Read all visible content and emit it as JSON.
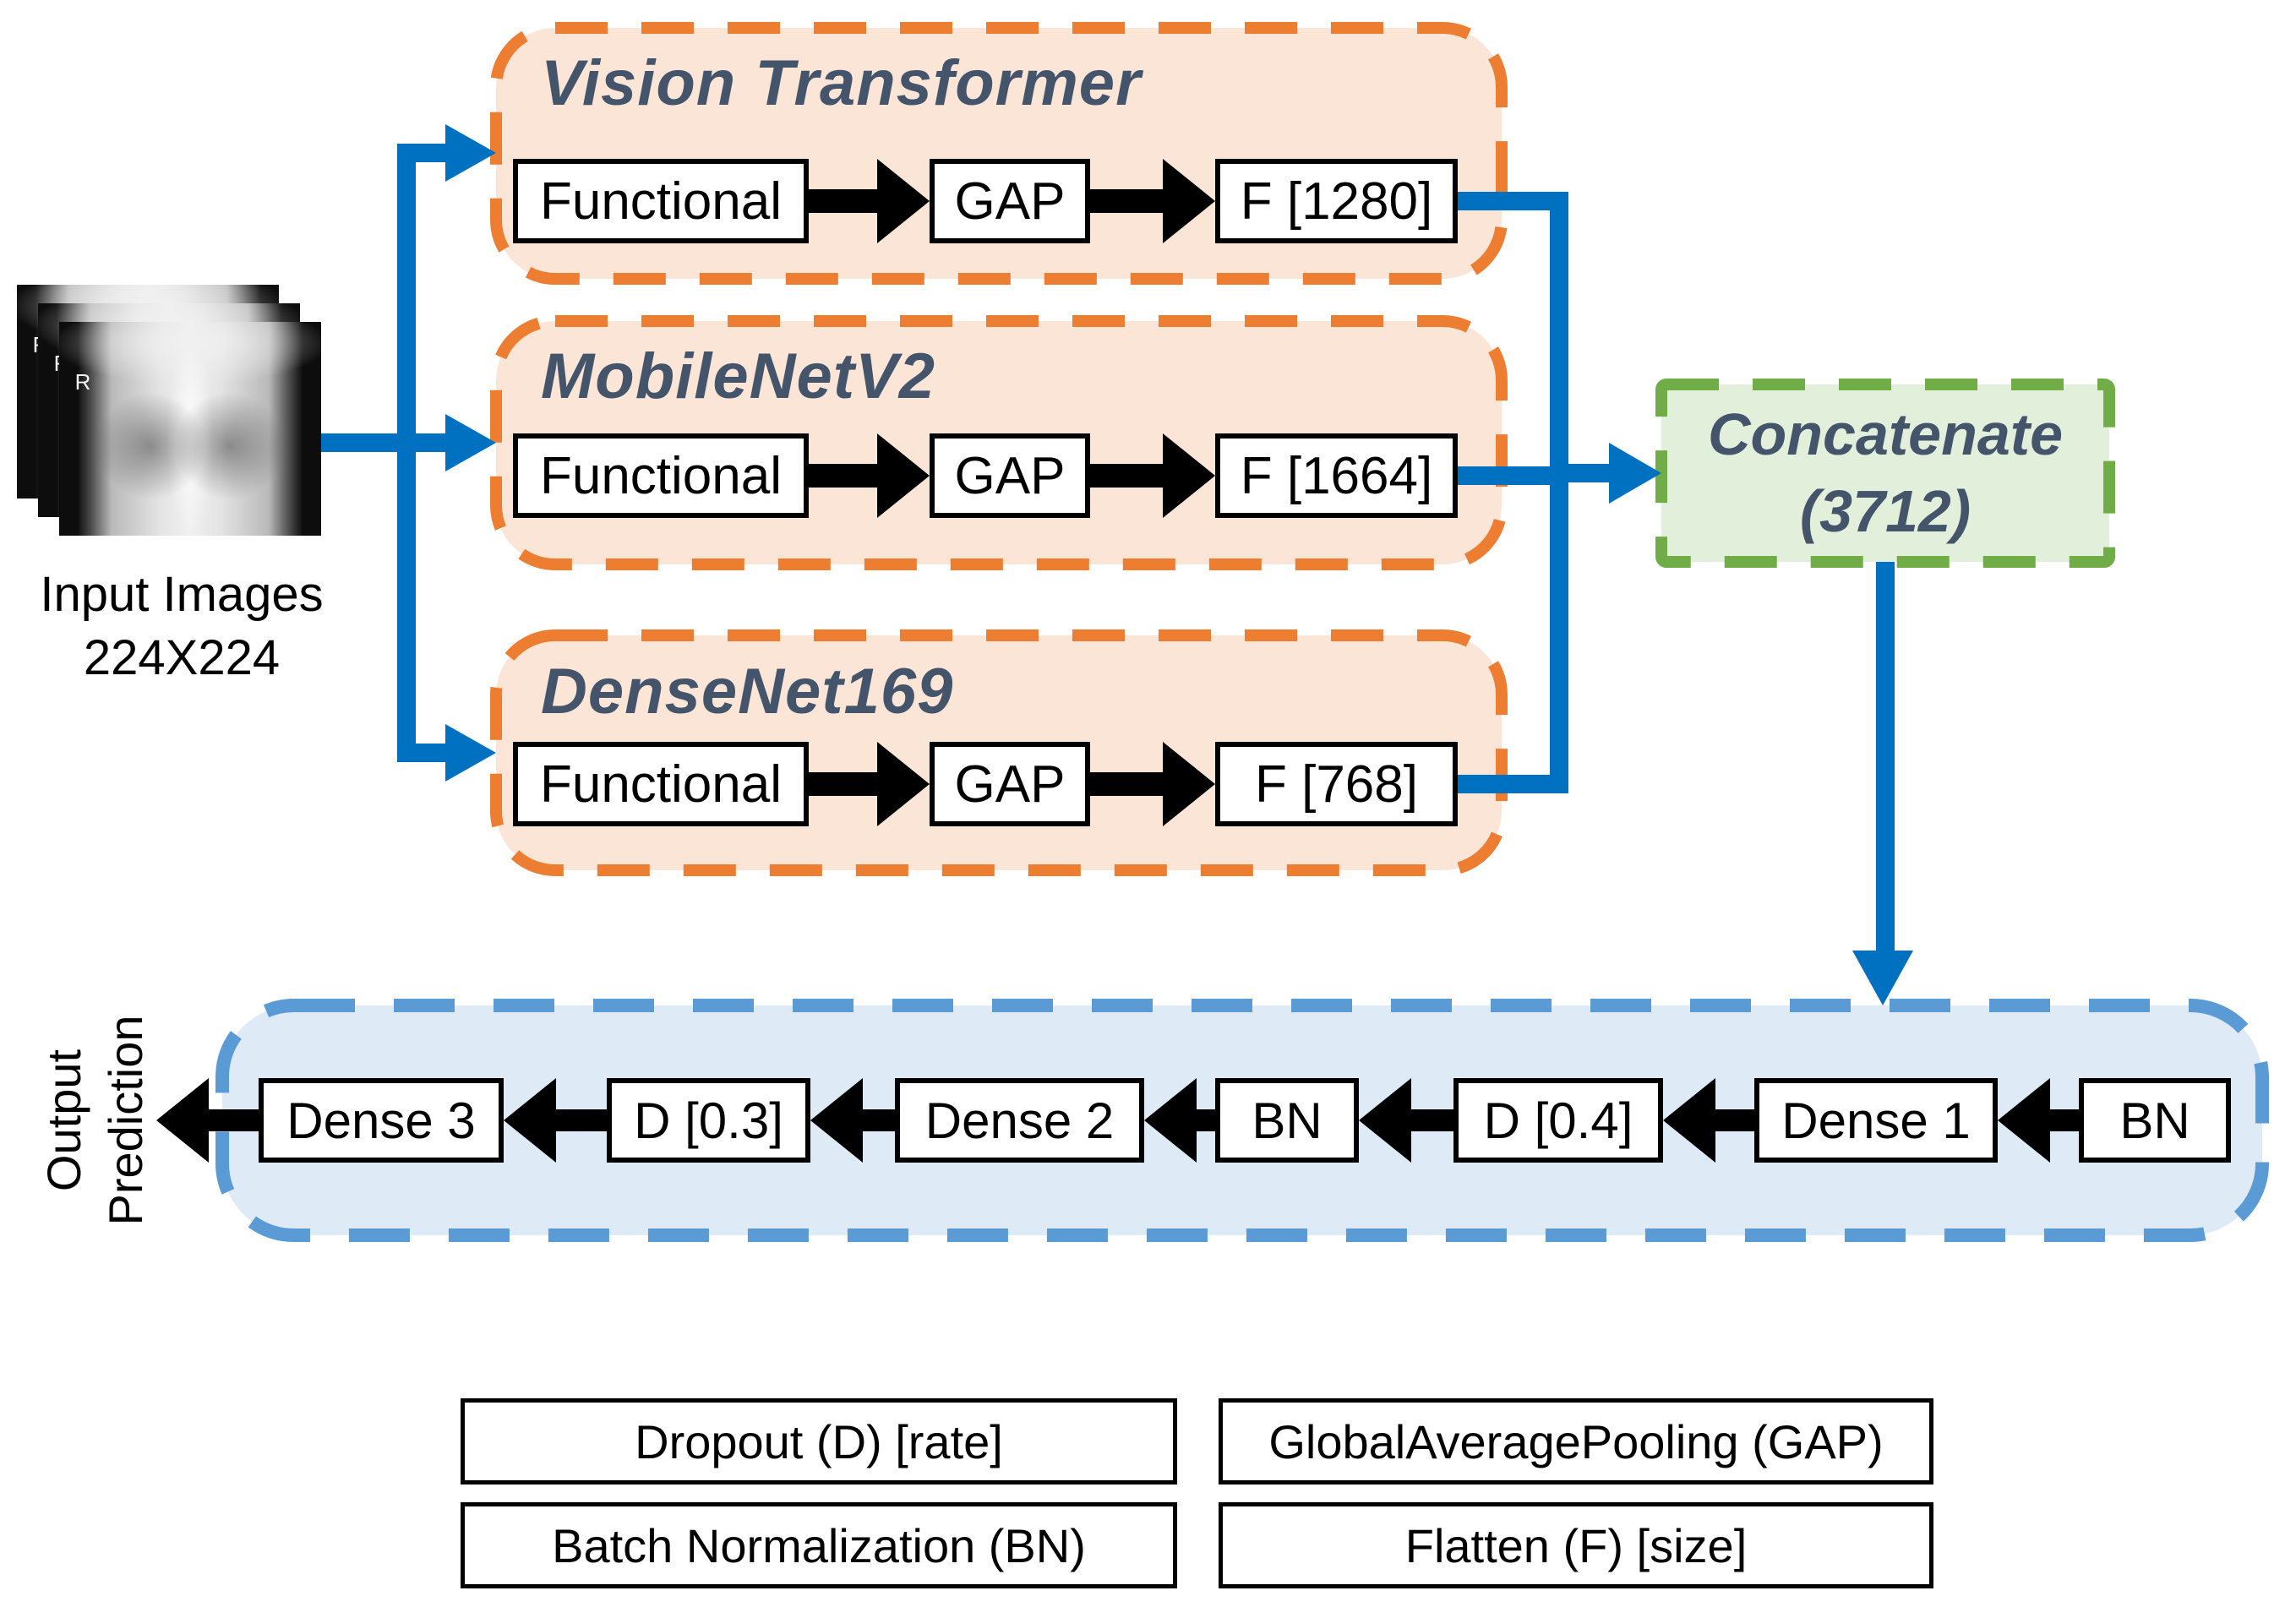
{
  "colors": {
    "branch_border": "#ED7D31",
    "branch_fill": "#FBE5D6",
    "concat_border": "#70AD47",
    "concat_fill": "#E2EFDA",
    "classifier_border": "#5B9BD5",
    "classifier_fill": "#DEEAF6",
    "connector_blue": "#0070C0",
    "title_text": "#44546A",
    "node_border": "#000000",
    "node_fill": "#FFFFFF"
  },
  "input": {
    "marker": "R",
    "caption_line1": "Input Images",
    "caption_line2": "224X224"
  },
  "branches": [
    {
      "title": "Vision Transformer",
      "nodes": [
        "Functional",
        "GAP",
        "F [1280]"
      ]
    },
    {
      "title": "MobileNetV2",
      "nodes": [
        "Functional",
        "GAP",
        "F [1664]"
      ]
    },
    {
      "title": "DenseNet169",
      "nodes": [
        "Functional",
        "GAP",
        "F [768]"
      ]
    }
  ],
  "concatenate": {
    "line1": "Concatenate",
    "line2": "(3712)"
  },
  "classifier": {
    "flow": "right-to-left",
    "boxes_left_to_right": [
      "Dense 3",
      "D [0.3]",
      "Dense 2",
      "BN",
      "D [0.4]",
      "Dense 1",
      "BN"
    ]
  },
  "output": {
    "line1": "Output",
    "line2": "Prediction"
  },
  "legend": [
    "Dropout (D) [rate]",
    "GlobalAveragePooling (GAP)",
    "Batch Normalization (BN)",
    "Flatten (F) [size]"
  ]
}
